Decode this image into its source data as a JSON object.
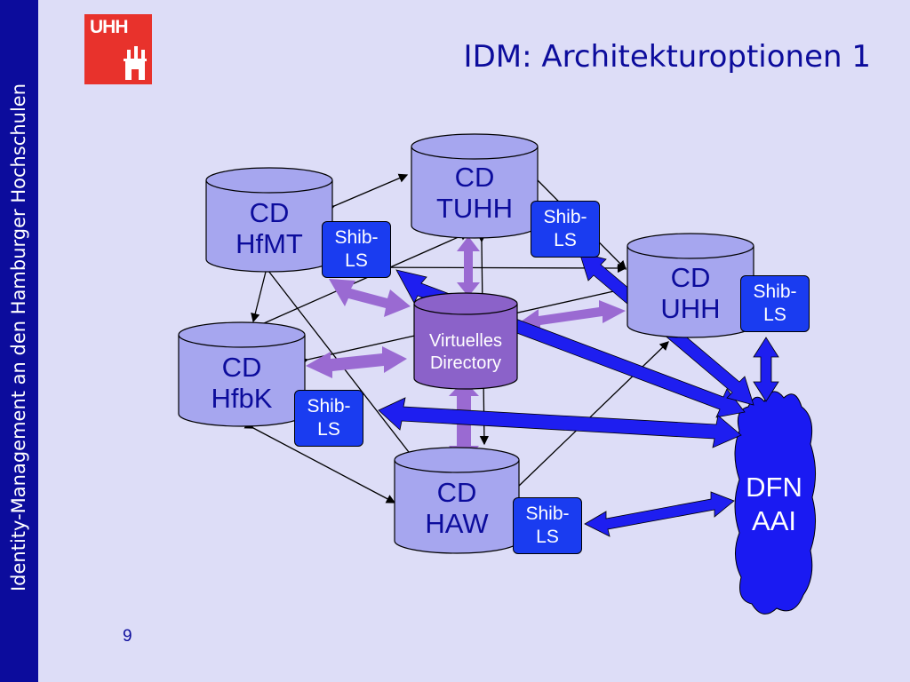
{
  "sidebar_text": "Identity-Management an den Hamburger Hochschulen",
  "logo": {
    "text": "UHH"
  },
  "title": "IDM: Architekturoptionen 1",
  "page_number": "9",
  "nodes": {
    "tuhh": {
      "line1": "CD",
      "line2": "TUHH"
    },
    "hfmt": {
      "line1": "CD",
      "line2": "HfMT"
    },
    "uhh": {
      "line1": "CD",
      "line2": "UHH"
    },
    "hfbk": {
      "line1": "CD",
      "line2": "HfbK"
    },
    "haw": {
      "line1": "CD",
      "line2": "HAW"
    }
  },
  "virtual_directory": {
    "line1": "Virtuelles",
    "line2": "Directory"
  },
  "shib": {
    "line1": "Shib-",
    "line2": "LS"
  },
  "dfn": {
    "line1": "DFN",
    "line2": "AAI"
  },
  "colors": {
    "background": "#ddddf7",
    "sidebar": "#0c0c9c",
    "logo": "#e8322c",
    "cylinder": "#a6a6ef",
    "virtual_directory": "#8b62c9",
    "purple_arrow": "#9a6ad2",
    "blue_arrow": "#1e1ef0",
    "shib_box": "#1a3cf0"
  }
}
